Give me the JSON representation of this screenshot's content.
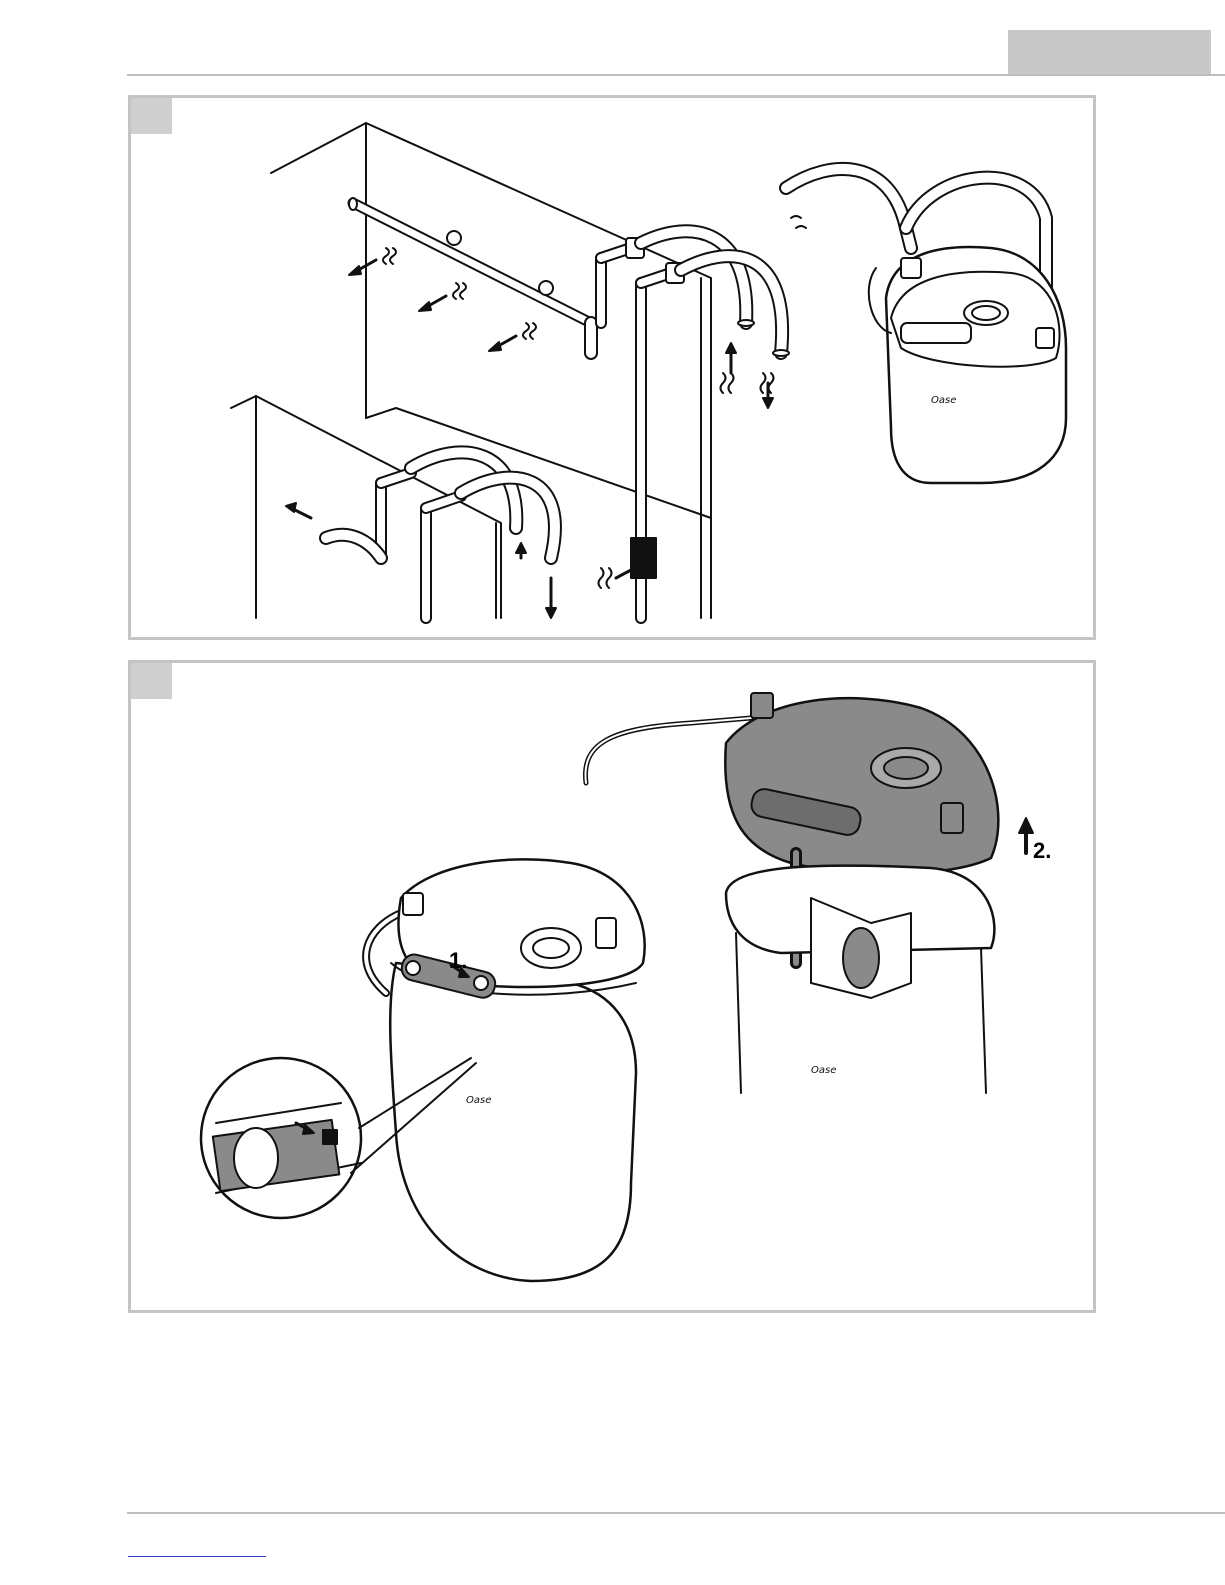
{
  "header": {
    "tab_text": ""
  },
  "figure_1": {
    "marker_label": ""
  },
  "figure_2": {
    "marker_label": "",
    "step_1_label": "1.",
    "step_2_label": "2.",
    "brand_text": "Oase"
  },
  "footer": {
    "link_text": ""
  },
  "colors": {
    "rule": "#bdbdbd",
    "panel_border": "#c4c4c4",
    "marker_fill": "#cfcfcf",
    "lid_fill": "#8a8a8a",
    "link": "#2b3bd1"
  }
}
